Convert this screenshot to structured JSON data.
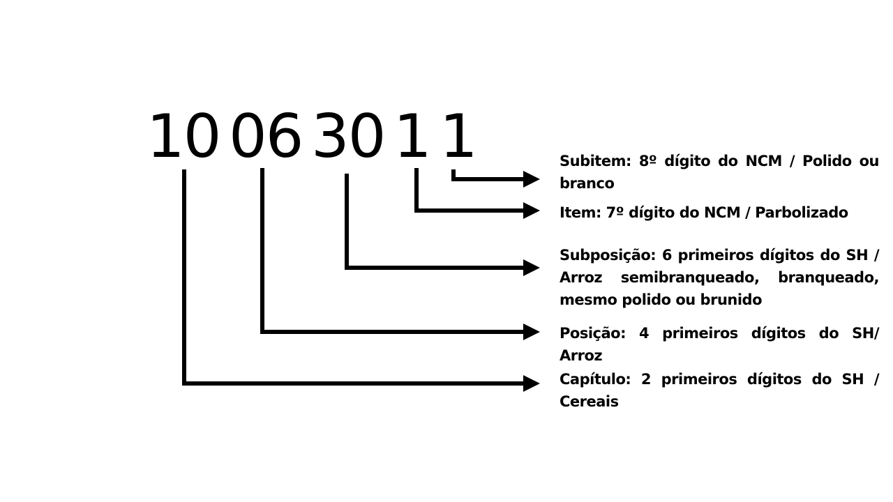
{
  "code": {
    "groups": [
      "10",
      "06",
      "30",
      "1",
      "1"
    ]
  },
  "levels": [
    {
      "key": "subitem",
      "text": "Subitem: 8º dígito do NCM / Polido ou branco"
    },
    {
      "key": "item",
      "text": "Item: 7º dígito do NCM / Parbolizado"
    },
    {
      "key": "subposicao",
      "text": "Subposição: 6 primeiros dígitos do SH / Arroz semibranqueado, branqueado, mesmo polido ou brunido"
    },
    {
      "key": "posicao",
      "text": "Posição: 4 primeiros dígitos do SH/ Arroz"
    },
    {
      "key": "capitulo",
      "text": "Capítulo: 2 primeiros dígitos do SH / Cereais"
    }
  ],
  "colors": {
    "line": "#000000",
    "text": "#000000",
    "background": "#ffffff"
  }
}
